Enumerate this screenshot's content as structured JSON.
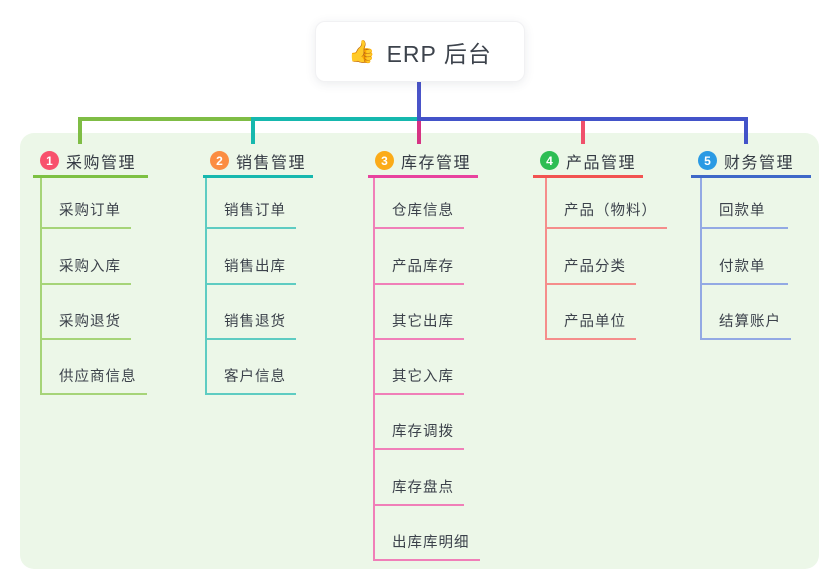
{
  "root": {
    "icon": "👍",
    "icon_name": "thumbs-up-icon",
    "label": "ERP 后台"
  },
  "panel_bg": "#ecf7e8",
  "connectors": {
    "root_line": "#4a54c9",
    "bus_green": "#7fbd45",
    "bus_teal": "#16b8ae",
    "bus_blue": "#4353c9",
    "drop_1": "#7fbd45",
    "drop_2": "#16b8ae",
    "drop_3": "#d63384",
    "drop_4": "#f0506b",
    "drop_5": "#4353c9"
  },
  "branches": [
    {
      "num": "1",
      "title": "采购管理",
      "badge_color": "#f8516c",
      "line_color": "#7dc142",
      "child_line_color": "#a6d478",
      "children": [
        "采购订单",
        "采购入库",
        "采购退货",
        "供应商信息"
      ]
    },
    {
      "num": "2",
      "title": "销售管理",
      "badge_color": "#fb8d42",
      "line_color": "#16b8ae",
      "child_line_color": "#5eccc2",
      "children": [
        "销售订单",
        "销售出库",
        "销售退货",
        "客户信息"
      ]
    },
    {
      "num": "3",
      "title": "库存管理",
      "badge_color": "#fbab18",
      "line_color": "#e8439e",
      "child_line_color": "#f07fb8",
      "children": [
        "仓库信息",
        "产品库存",
        "其它出库",
        "其它入库",
        "库存调拨",
        "库存盘点",
        "出库库明细"
      ]
    },
    {
      "num": "4",
      "title": "产品管理",
      "badge_color": "#2dbd53",
      "line_color": "#f25351",
      "child_line_color": "#f58d8b",
      "children": [
        "产品（物料）",
        "产品分类",
        "产品单位"
      ]
    },
    {
      "num": "5",
      "title": "财务管理",
      "badge_color": "#2a9ae4",
      "line_color": "#3e68c8",
      "child_line_color": "#93a9e4",
      "children": [
        "回款单",
        "付款单",
        "结算账户"
      ]
    }
  ]
}
